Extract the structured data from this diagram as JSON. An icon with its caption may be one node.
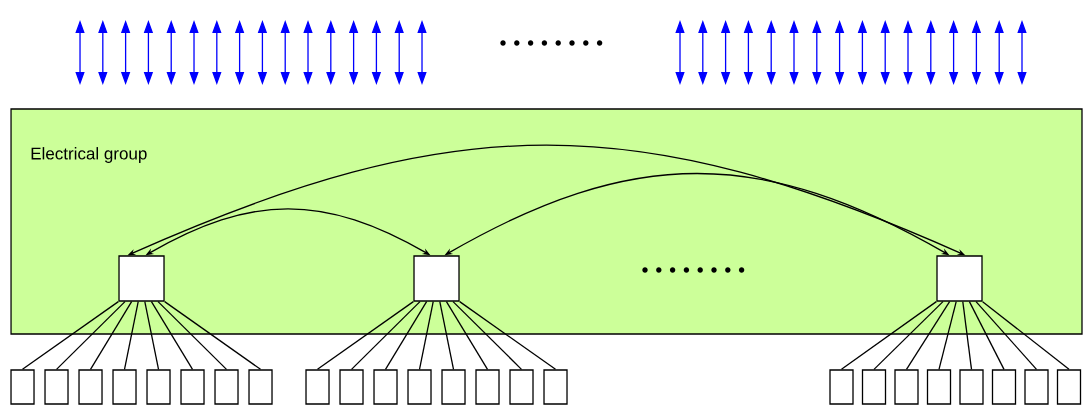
{
  "diagram": {
    "nodes": [
      {
        "text": [
          "Electrical group"
        ]
      },
      {
        "text": [],
        "shape": "box",
        "in": 0
      },
      {
        "text": [],
        "shape": "box",
        "in": 0
      },
      {
        "text": [],
        "shape": "box",
        "in": 0
      },
      {
        "text": [],
        "shape": "box"
      },
      {
        "text": [],
        "shape": "box"
      },
      {
        "text": [],
        "shape": "box"
      },
      {
        "text": [],
        "shape": "box"
      },
      {
        "text": [],
        "shape": "box"
      },
      {
        "text": [],
        "shape": "box"
      },
      {
        "text": [],
        "shape": "box"
      },
      {
        "text": [],
        "shape": "box"
      },
      {
        "text": [],
        "shape": "box"
      },
      {
        "text": [],
        "shape": "box"
      },
      {
        "text": [],
        "shape": "box"
      },
      {
        "text": [],
        "shape": "box"
      },
      {
        "text": [],
        "shape": "box"
      },
      {
        "text": [],
        "shape": "box"
      },
      {
        "text": [],
        "shape": "box"
      },
      {
        "text": [],
        "shape": "box"
      },
      {
        "text": [],
        "shape": "box"
      },
      {
        "text": [],
        "shape": "box"
      },
      {
        "text": [],
        "shape": "box"
      },
      {
        "text": [],
        "shape": "box"
      },
      {
        "text": [],
        "shape": "box"
      },
      {
        "text": [],
        "shape": "box"
      },
      {
        "text": [],
        "shape": "box"
      },
      {
        "text": [],
        "shape": "box"
      }
    ],
    "edges": [
      {
        "from": 2,
        "to": 1,
        "arrow": "both"
      },
      {
        "from": 3,
        "to": 1,
        "arrow": "both"
      },
      {
        "from": 2,
        "to": 3,
        "arrow": "both"
      },
      {
        "from": 1,
        "to": 4,
        "arrow": "none"
      },
      {
        "from": 1,
        "to": 5,
        "arrow": "none"
      },
      {
        "from": 1,
        "to": 6,
        "arrow": "none"
      },
      {
        "from": 1,
        "to": 7,
        "arrow": "none"
      },
      {
        "from": 1,
        "to": 8,
        "arrow": "none"
      },
      {
        "from": 1,
        "to": 9,
        "arrow": "none"
      },
      {
        "from": 1,
        "to": 10,
        "arrow": "none"
      },
      {
        "from": 1,
        "to": 11,
        "arrow": "none"
      },
      {
        "from": 2,
        "to": 12,
        "arrow": "none"
      },
      {
        "from": 2,
        "to": 13,
        "arrow": "none"
      },
      {
        "from": 2,
        "to": 14,
        "arrow": "none"
      },
      {
        "from": 2,
        "to": 15,
        "arrow": "none"
      },
      {
        "from": 2,
        "to": 16,
        "arrow": "none"
      },
      {
        "from": 2,
        "to": 17,
        "arrow": "none"
      },
      {
        "from": 2,
        "to": 18,
        "arrow": "none"
      },
      {
        "from": 2,
        "to": 19,
        "arrow": "none"
      },
      {
        "from": 3,
        "to": 20,
        "arrow": "none"
      },
      {
        "from": 3,
        "to": 21,
        "arrow": "none"
      },
      {
        "from": 3,
        "to": 22,
        "arrow": "none"
      },
      {
        "from": 3,
        "to": 23,
        "arrow": "none"
      },
      {
        "from": 3,
        "to": 24,
        "arrow": "none"
      },
      {
        "from": 3,
        "to": 25,
        "arrow": "none"
      },
      {
        "from": 3,
        "to": 26,
        "arrow": "none"
      },
      {
        "from": 3,
        "to": 27,
        "arrow": "none"
      }
    ]
  }
}
